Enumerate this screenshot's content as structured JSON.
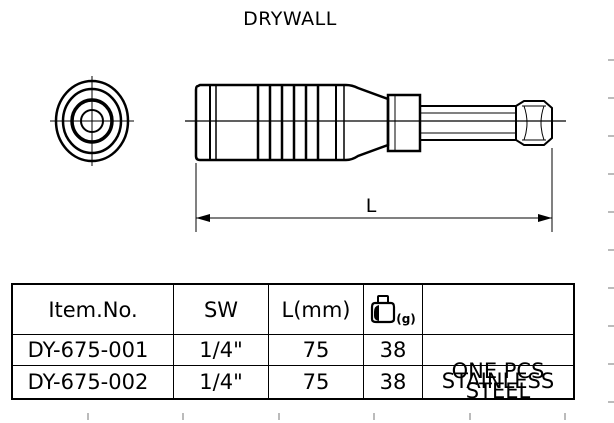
{
  "title": "DRYWALL",
  "dimension_label": "L",
  "table": {
    "headers": {
      "item": "Item.No.",
      "sw": "SW",
      "length": "L(mm)",
      "weight_icon": "weight-icon",
      "weight_unit": "(g)"
    },
    "rows": [
      {
        "item": "DY-675-001",
        "sw": "1/4\"",
        "length": "75",
        "weight": "38",
        "note_line1": "",
        "note_line2": ""
      },
      {
        "item": "DY-675-002",
        "sw": "1/4\"",
        "length": "75",
        "weight": "38",
        "note_line1": "ONE PCS",
        "note_line2": "STAINLESS STEEL"
      }
    ]
  }
}
